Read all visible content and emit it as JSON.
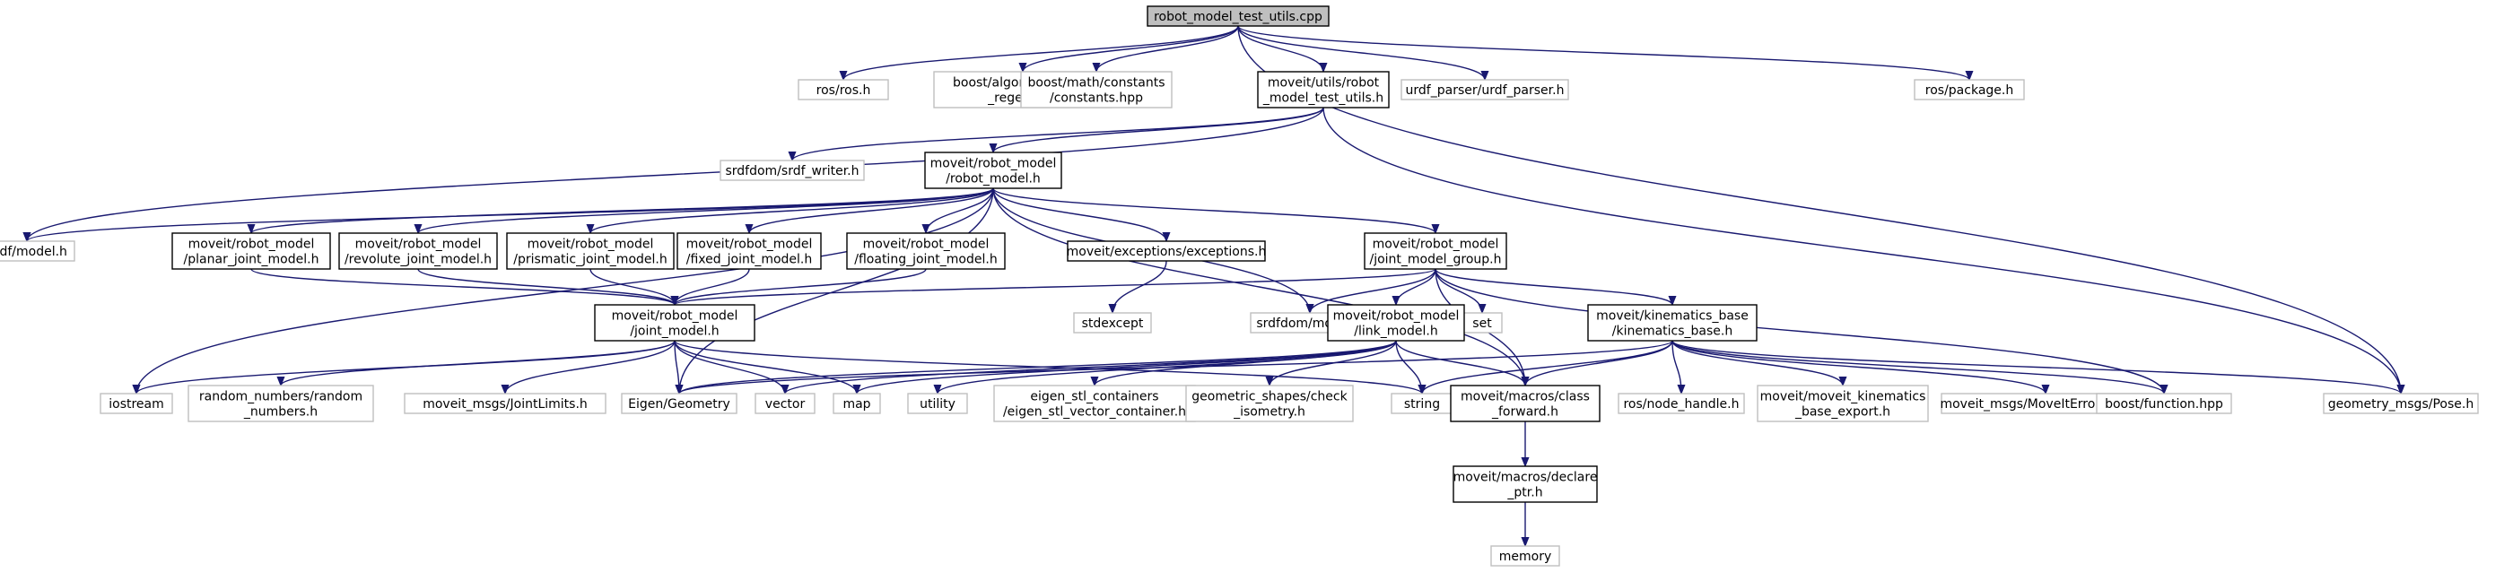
{
  "colors": {
    "edge": "#191970",
    "root_fill": "#bfbfbf",
    "external_border": "#bfbfbf",
    "documented_border": "#000000",
    "text": "#000000"
  },
  "nodes": {
    "root": {
      "lines": [
        "robot_model_test_utils.cpp"
      ],
      "kind": "root"
    },
    "ros_h": {
      "lines": [
        "ros/ros.h"
      ],
      "kind": "external"
    },
    "string_regex": {
      "lines": [
        "boost/algorithm/string",
        "_regex.hpp"
      ],
      "kind": "external"
    },
    "constants": {
      "lines": [
        "boost/math/constants",
        "/constants.hpp"
      ],
      "kind": "external"
    },
    "test_utils": {
      "lines": [
        "moveit/utils/robot",
        "_model_test_utils.h"
      ],
      "kind": "documented"
    },
    "urdf_parser": {
      "lines": [
        "urdf_parser/urdf_parser.h"
      ],
      "kind": "external"
    },
    "ros_package": {
      "lines": [
        "ros/package.h"
      ],
      "kind": "external"
    },
    "srdf_writer": {
      "lines": [
        "srdfdom/srdf_writer.h"
      ],
      "kind": "external"
    },
    "robot_model": {
      "lines": [
        "moveit/robot_model",
        "/robot_model.h"
      ],
      "kind": "documented"
    },
    "urdf_model": {
      "lines": [
        "urdf/model.h"
      ],
      "kind": "external"
    },
    "planar": {
      "lines": [
        "moveit/robot_model",
        "/planar_joint_model.h"
      ],
      "kind": "documented"
    },
    "revolute": {
      "lines": [
        "moveit/robot_model",
        "/revolute_joint_model.h"
      ],
      "kind": "documented"
    },
    "prismatic": {
      "lines": [
        "moveit/robot_model",
        "/prismatic_joint_model.h"
      ],
      "kind": "documented"
    },
    "fixed": {
      "lines": [
        "moveit/robot_model",
        "/fixed_joint_model.h"
      ],
      "kind": "documented"
    },
    "floating": {
      "lines": [
        "moveit/robot_model",
        "/floating_joint_model.h"
      ],
      "kind": "documented"
    },
    "exceptions": {
      "lines": [
        "moveit/exceptions/exceptions.h"
      ],
      "kind": "documented"
    },
    "jmg": {
      "lines": [
        "moveit/robot_model",
        "/joint_model_group.h"
      ],
      "kind": "documented"
    },
    "stdexcept": {
      "lines": [
        "stdexcept"
      ],
      "kind": "external"
    },
    "srdf_model": {
      "lines": [
        "srdfdom/model.h"
      ],
      "kind": "external"
    },
    "set": {
      "lines": [
        "set"
      ],
      "kind": "external"
    },
    "joint_model": {
      "lines": [
        "moveit/robot_model",
        "/joint_model.h"
      ],
      "kind": "documented"
    },
    "link_model": {
      "lines": [
        "moveit/robot_model",
        "/link_model.h"
      ],
      "kind": "documented"
    },
    "kin_base": {
      "lines": [
        "moveit/kinematics_base",
        "/kinematics_base.h"
      ],
      "kind": "documented"
    },
    "iostream": {
      "lines": [
        "iostream"
      ],
      "kind": "external"
    },
    "random": {
      "lines": [
        "random_numbers/random",
        "_numbers.h"
      ],
      "kind": "external"
    },
    "joint_limits": {
      "lines": [
        "moveit_msgs/JointLimits.h"
      ],
      "kind": "external"
    },
    "eigen_geo": {
      "lines": [
        "Eigen/Geometry"
      ],
      "kind": "external"
    },
    "vector": {
      "lines": [
        "vector"
      ],
      "kind": "external"
    },
    "map": {
      "lines": [
        "map"
      ],
      "kind": "external"
    },
    "utility": {
      "lines": [
        "utility"
      ],
      "kind": "external"
    },
    "eigen_stl": {
      "lines": [
        "eigen_stl_containers",
        "/eigen_stl_vector_container.h"
      ],
      "kind": "external"
    },
    "check_iso": {
      "lines": [
        "geometric_shapes/check",
        "_isometry.h"
      ],
      "kind": "external"
    },
    "string": {
      "lines": [
        "string"
      ],
      "kind": "external"
    },
    "class_fwd": {
      "lines": [
        "moveit/macros/class",
        "_forward.h"
      ],
      "kind": "documented"
    },
    "node_handle": {
      "lines": [
        "ros/node_handle.h"
      ],
      "kind": "external"
    },
    "kin_export": {
      "lines": [
        "moveit/moveit_kinematics",
        "_base_export.h"
      ],
      "kind": "external"
    },
    "err_codes": {
      "lines": [
        "moveit_msgs/MoveItErrorCodes.h"
      ],
      "kind": "external"
    },
    "boost_function": {
      "lines": [
        "boost/function.hpp"
      ],
      "kind": "external"
    },
    "pose": {
      "lines": [
        "geometry_msgs/Pose.h"
      ],
      "kind": "external"
    },
    "declare_ptr": {
      "lines": [
        "moveit/macros/declare",
        "_ptr.h"
      ],
      "kind": "documented"
    },
    "memory": {
      "lines": [
        "memory"
      ],
      "kind": "external"
    }
  },
  "edges": [
    [
      "root",
      "ros_h"
    ],
    [
      "root",
      "string_regex"
    ],
    [
      "root",
      "constants"
    ],
    [
      "root",
      "test_utils"
    ],
    [
      "root",
      "urdf_parser"
    ],
    [
      "root",
      "ros_package"
    ],
    [
      "root",
      "pose"
    ],
    [
      "test_utils",
      "srdf_writer"
    ],
    [
      "test_utils",
      "robot_model"
    ],
    [
      "test_utils",
      "urdf_model"
    ],
    [
      "test_utils",
      "pose"
    ],
    [
      "robot_model",
      "urdf_model"
    ],
    [
      "robot_model",
      "planar"
    ],
    [
      "robot_model",
      "revolute"
    ],
    [
      "robot_model",
      "prismatic"
    ],
    [
      "robot_model",
      "fixed"
    ],
    [
      "robot_model",
      "floating"
    ],
    [
      "robot_model",
      "exceptions"
    ],
    [
      "robot_model",
      "jmg"
    ],
    [
      "robot_model",
      "srdf_model"
    ],
    [
      "robot_model",
      "iostream"
    ],
    [
      "robot_model",
      "eigen_geo"
    ],
    [
      "robot_model",
      "class_fwd"
    ],
    [
      "planar",
      "joint_model"
    ],
    [
      "revolute",
      "joint_model"
    ],
    [
      "prismatic",
      "joint_model"
    ],
    [
      "fixed",
      "joint_model"
    ],
    [
      "floating",
      "joint_model"
    ],
    [
      "exceptions",
      "stdexcept"
    ],
    [
      "jmg",
      "joint_model"
    ],
    [
      "jmg",
      "srdf_model"
    ],
    [
      "jmg",
      "link_model"
    ],
    [
      "jmg",
      "set"
    ],
    [
      "jmg",
      "kin_base"
    ],
    [
      "jmg",
      "class_fwd"
    ],
    [
      "jmg",
      "boost_function"
    ],
    [
      "joint_model",
      "iostream"
    ],
    [
      "joint_model",
      "random"
    ],
    [
      "joint_model",
      "joint_limits"
    ],
    [
      "joint_model",
      "eigen_geo"
    ],
    [
      "joint_model",
      "vector"
    ],
    [
      "joint_model",
      "map"
    ],
    [
      "joint_model",
      "string"
    ],
    [
      "link_model",
      "eigen_geo"
    ],
    [
      "link_model",
      "vector"
    ],
    [
      "link_model",
      "map"
    ],
    [
      "link_model",
      "utility"
    ],
    [
      "link_model",
      "eigen_stl"
    ],
    [
      "link_model",
      "check_iso"
    ],
    [
      "link_model",
      "string"
    ],
    [
      "link_model",
      "class_fwd"
    ],
    [
      "kin_base",
      "string"
    ],
    [
      "kin_base",
      "class_fwd"
    ],
    [
      "kin_base",
      "node_handle"
    ],
    [
      "kin_base",
      "kin_export"
    ],
    [
      "kin_base",
      "err_codes"
    ],
    [
      "kin_base",
      "boost_function"
    ],
    [
      "kin_base",
      "pose"
    ],
    [
      "kin_base",
      "eigen_geo"
    ],
    [
      "class_fwd",
      "declare_ptr"
    ],
    [
      "declare_ptr",
      "memory"
    ]
  ]
}
